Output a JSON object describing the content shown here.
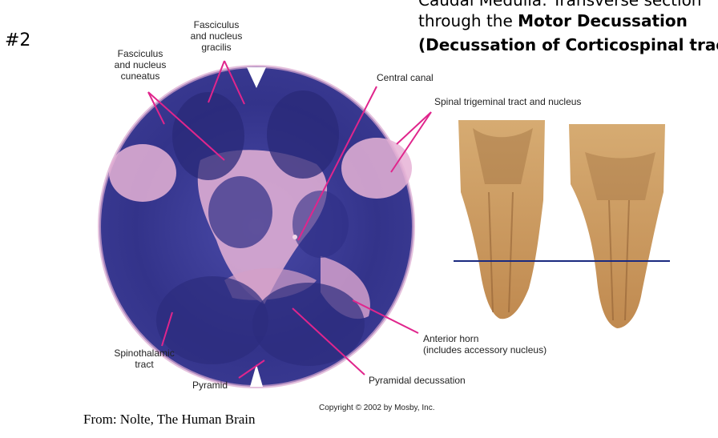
{
  "slide": {
    "number": "#2"
  },
  "title": {
    "line1": "Caudal Medulla: Transverse section",
    "line2_prefix": "through the ",
    "line2_bold": "Motor Decussation",
    "line3": "(Decussation of Corticospinal tract)"
  },
  "labels": {
    "fasciculus_gracilis": [
      "Fasciculus",
      "and nucleus",
      "gracilis"
    ],
    "fasciculus_cuneatus": [
      "Fasciculus",
      "and nucleus",
      "cuneatus"
    ],
    "central_canal": "Central canal",
    "spinal_trigeminal": "Spinal trigeminal tract and nucleus",
    "anterior_horn": [
      "Anterior horn",
      "(includes accessory nucleus)"
    ],
    "spinothalamic": [
      "Spinothalamic",
      "tract"
    ],
    "pyramid": "Pyramid",
    "pyramidal_decussation": "Pyramidal decussation"
  },
  "copyright": "Copyright © 2002 by Mosby, Inc.",
  "source": "From: Nolte, The Human Brain",
  "colors": {
    "tissue_dark": "#2a2a7a",
    "tissue_mid": "#3c3c96",
    "tissue_pink": "#e6b3d6",
    "leader_line": "#e0258c",
    "brainstem": "#c89a5e",
    "level_line": "#1a2a80"
  }
}
